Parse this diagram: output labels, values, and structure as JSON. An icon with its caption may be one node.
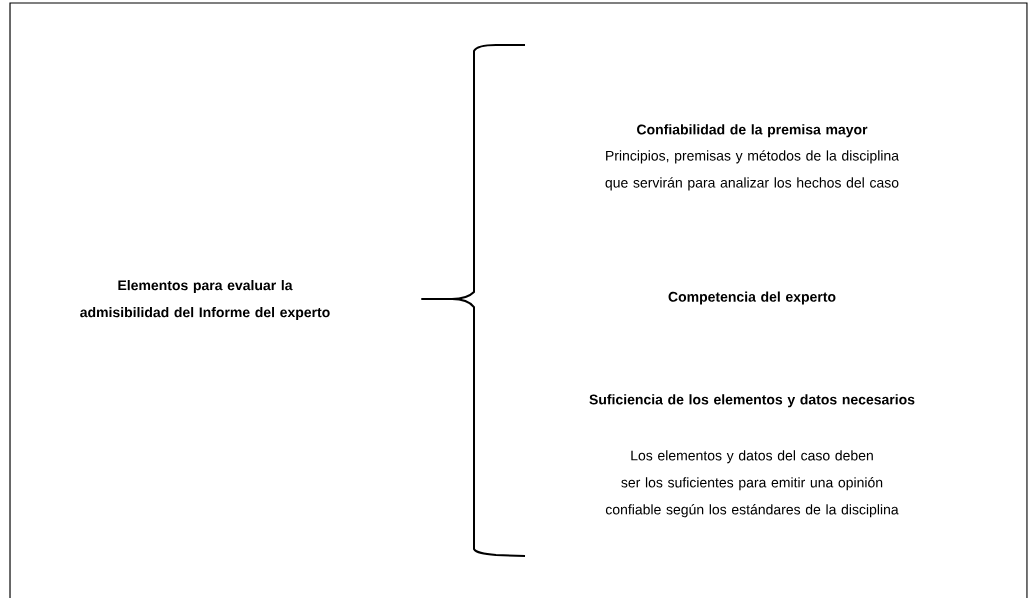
{
  "diagram": {
    "labels": [
      "Elementos para evaluar la admisibilidad del Informe del experto",
      "Confiabilidad de la premisa mayor",
      "Principios, premisas y métodos de la disciplina que servirán para analizar los hechos del caso",
      "Competencia del experto",
      "Suficiencia de los elementos y datos necesarios",
      "Los elementos y datos del caso deben ser los suficientes para emitir una opinión confiable según los estándares de la disciplina"
    ]
  }
}
